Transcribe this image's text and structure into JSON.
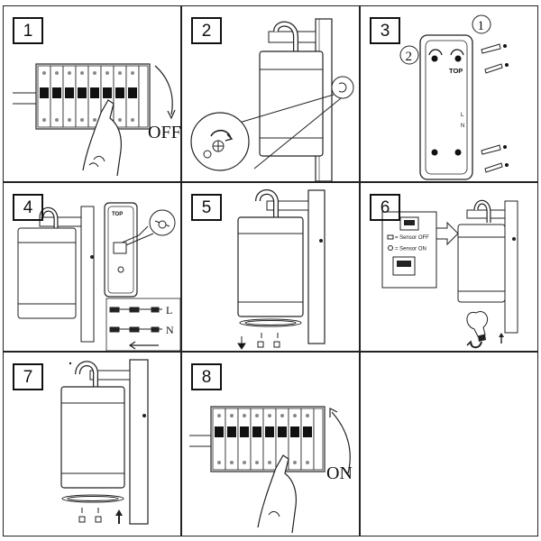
{
  "steps": [
    {
      "number": "1",
      "caption": "OFF"
    },
    {
      "number": "2"
    },
    {
      "number": "3",
      "callouts": [
        "1",
        "2"
      ],
      "label": "TOP"
    },
    {
      "number": "4",
      "label": "TOP",
      "wires": [
        "L",
        "N"
      ]
    },
    {
      "number": "5"
    },
    {
      "number": "6",
      "legend": [
        "= Sensor OFF",
        "= Sensor ON"
      ]
    },
    {
      "number": "7"
    },
    {
      "number": "8",
      "caption": "ON"
    }
  ]
}
